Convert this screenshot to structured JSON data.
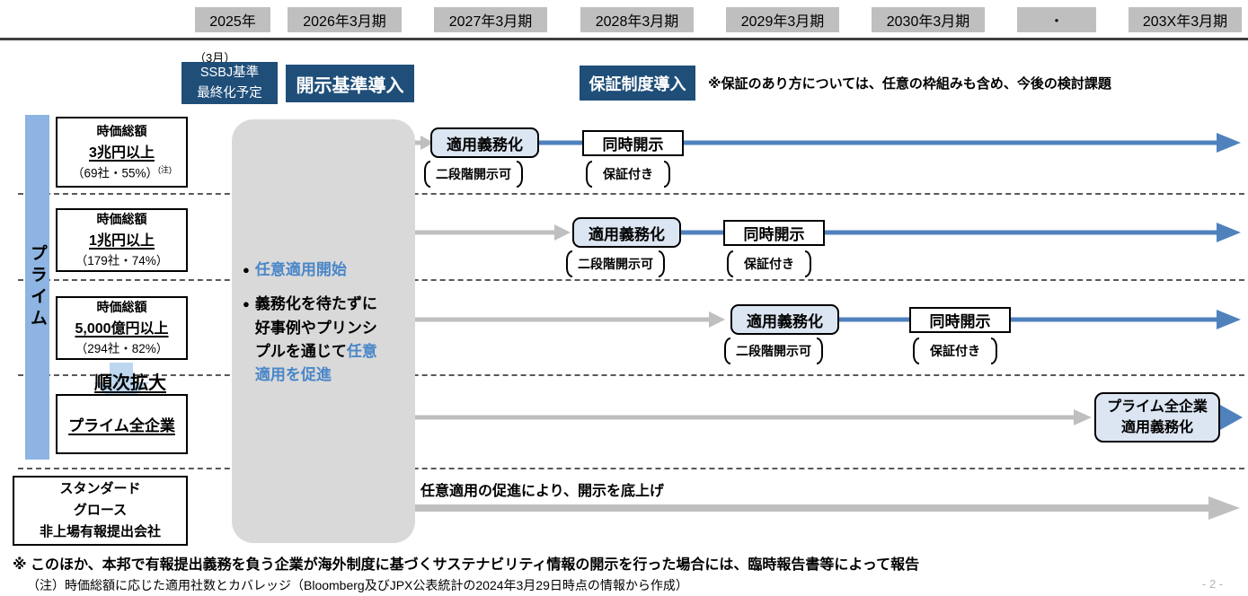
{
  "colors": {
    "navy": "#1f4e79",
    "arrow_blue": "#4f81bd",
    "light_blue_fill": "#dce6f2",
    "sidebar_blue": "#8db4e2",
    "expand_arrow_blue": "#bdd7ee",
    "gray_fill": "#d9d9d9",
    "gray_arrow": "#bfbfbf",
    "header_chip_gray": "#bfbfbf",
    "blue_text": "#4a86c8"
  },
  "header": {
    "years": [
      "2025年",
      "2026年3月期",
      "2027年3月期",
      "2028年3月期",
      "2029年3月期",
      "2030年3月期",
      "・",
      "203X年3月期"
    ]
  },
  "milestones": {
    "march_note": "（3月）",
    "ssbj_line1": "SSBJ基準",
    "ssbj_line2": "最終化予定",
    "disclosure_standard": "開示基準導入",
    "assurance_system": "保証制度導入",
    "assurance_note": "※保証のあり方については、任意の枠組みも含め、今後の検討課題"
  },
  "sidebar": {
    "label": "プライム"
  },
  "tiers": [
    {
      "line1": "時価総額",
      "line2": "3兆円以上",
      "line3": "（69社・55%）",
      "sup": "(注)"
    },
    {
      "line1": "時価総額",
      "line2": "1兆円以上",
      "line3": "（179社・74%）"
    },
    {
      "line1": "時価総額",
      "line2": "5,000億円以上",
      "line3": "（294社・82%）"
    }
  ],
  "expansion": {
    "label": "順次拡大",
    "target": "プライム全企業"
  },
  "promo_box": {
    "bullet1": "任意適用開始",
    "bullet2_black": "義務化を待たずに好事例やプリンシプルを通じて",
    "bullet2_blue": "任意適用を促進"
  },
  "rows": [
    {
      "mandatory": "適用義務化",
      "staged": "二段階開示可",
      "simultaneous": "同時開示",
      "assured": "保証付き"
    },
    {
      "mandatory": "適用義務化",
      "staged": "二段階開示可",
      "simultaneous": "同時開示",
      "assured": "保証付き"
    },
    {
      "mandatory": "適用義務化",
      "staged": "二段階開示可",
      "simultaneous": "同時開示",
      "assured": "保証付き"
    }
  ],
  "final_milestone": {
    "line1": "プライム全企業",
    "line2": "適用義務化"
  },
  "bottom_section": {
    "box_line1": "スタンダード",
    "box_line2": "グロース",
    "box_line3": "非上場有報提出会社",
    "arrow_label": "任意適用の促進により、開示を底上げ"
  },
  "footnotes": {
    "note1": "※ このほか、本邦で有報提出義務を負う企業が海外制度に基づくサステナビリティ情報の開示を行った場合には、臨時報告書等によって報告",
    "note2": "（注）時価総額に応じた適用社数とカバレッジ（Bloomberg及びJPX公表統計の2024年3月29日時点の情報から作成）"
  },
  "page": {
    "number": "- 2 -"
  }
}
